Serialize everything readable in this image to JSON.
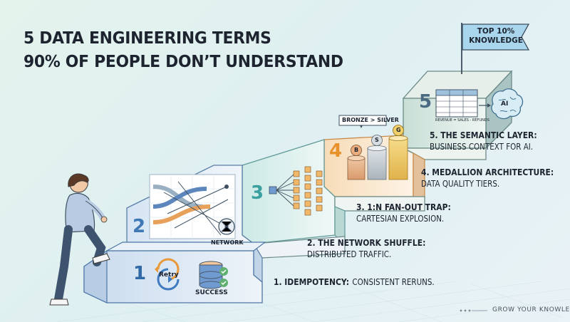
{
  "title": {
    "line1": "5 DATA ENGINEERING TERMS",
    "line2": "90% OF PEOPLE DON’T UNDERSTAND"
  },
  "flag": {
    "line1": "TOP 10%",
    "line2": "KNOWLEDGE"
  },
  "steps": [
    {
      "number": "1",
      "term": "1. IDEMPOTENCY:",
      "description": "CONSISTENT RERUNS.",
      "icon_labels": [
        "Retry",
        "SUCCESS"
      ],
      "icons": [
        "retry-arrows-icon",
        "database-check-icon"
      ]
    },
    {
      "number": "2",
      "term": "2. THE NETWORK SHUFFLE:",
      "description": "DISTRIBUTED TRAFFIC.",
      "icon_labels": [
        "NETWORK"
      ],
      "icons": [
        "pipes-shuffle-icon",
        "network-node-icon"
      ]
    },
    {
      "number": "3",
      "term": "3. 1:N FAN-OUT TRAP:",
      "description": "CARTESIAN EXPLOSION.",
      "icon_labels": [],
      "icons": [
        "fan-out-cubes-icon"
      ]
    },
    {
      "number": "4",
      "term": "4. MEDALLION ARCHITECTURE:",
      "description": "DATA QUALITY TIERS.",
      "icon_labels": [
        "BRONZE > SILVER",
        "B",
        "S",
        "G"
      ],
      "icons": [
        "medallion-cylinders-icon"
      ]
    },
    {
      "number": "5",
      "term": "5. THE SEMANTIC LAYER:",
      "description": "BUSINESS CONTEXT FOR AI.",
      "icon_labels": [
        "REVENUE = SALES - REFUNDS",
        "AI"
      ],
      "icons": [
        "table-grid-icon",
        "ai-brain-icon"
      ]
    }
  ],
  "footer": "GROW YOUR KNOWLEDGE",
  "colors": {
    "step1": "#2f6aa6",
    "step2": "#3f78b5",
    "step3": "#3aa0a0",
    "step4": "#e8912b",
    "step5": "#4a6a84",
    "text": "#1d2430"
  }
}
